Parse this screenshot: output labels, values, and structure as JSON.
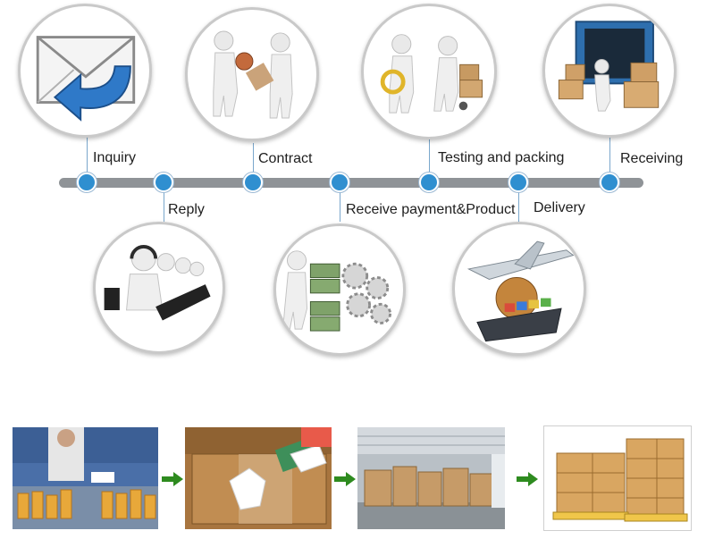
{
  "timeline": {
    "steps_top": [
      {
        "label": "Inquiry",
        "icon": "envelope-reply-icon"
      },
      {
        "label": "Contract",
        "icon": "handshake-stamp-icon"
      },
      {
        "label": "Testing and packing",
        "icon": "magnifier-boxes-icon"
      },
      {
        "label": "Receiving",
        "icon": "container-boxes-icon"
      }
    ],
    "steps_bottom": [
      {
        "label": "Reply",
        "icon": "headset-operators-icon"
      },
      {
        "label": "Receive payment&Product",
        "icon": "money-gears-icon"
      },
      {
        "label": "Delivery",
        "icon": "airplane-ship-globe-icon"
      }
    ]
  },
  "process_photos": [
    "filling-bottles-photo",
    "taping-carton-photo",
    "warehouse-photo",
    "pallet-boxes-photo"
  ],
  "colors": {
    "node": "#2f8fd0",
    "bar": "#8f9397",
    "arrow": "#2e8b1f"
  }
}
